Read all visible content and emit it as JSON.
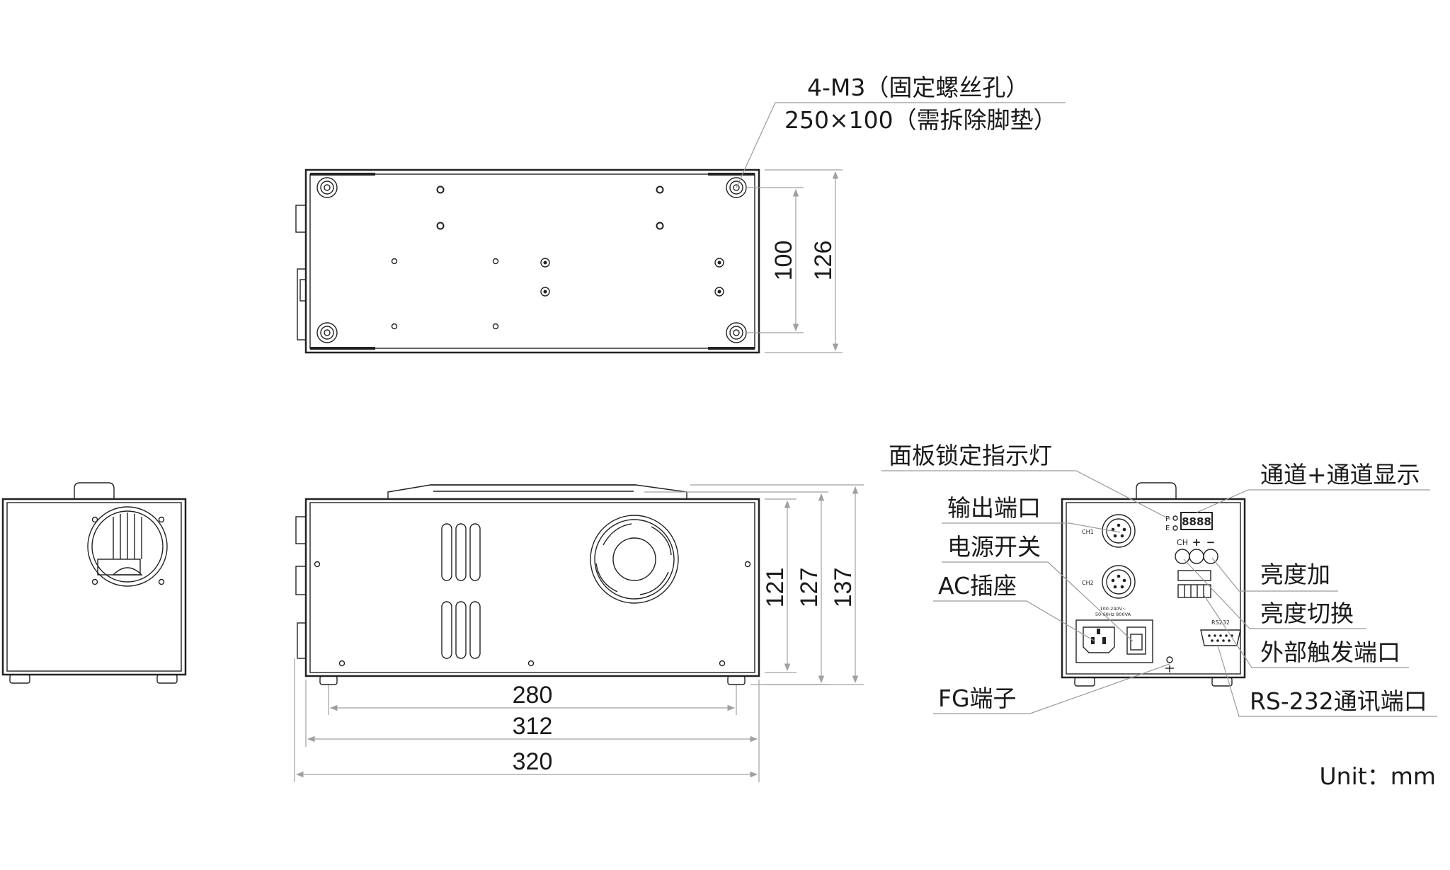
{
  "top_view": {
    "callout_line1": "4-M3（固定螺丝孔）",
    "callout_line2": "250×100（需拆除脚垫）",
    "dim_inner": "100",
    "dim_outer": "126"
  },
  "side_view": {
    "dim_h1": "121",
    "dim_h2": "127",
    "dim_h3": "137",
    "dim_w1": "280",
    "dim_w2": "312",
    "dim_w3": "320"
  },
  "rear_panel": {
    "led_display": "8888",
    "pe_p": "P",
    "pe_e": "E",
    "ch_label": "CH",
    "plus_label": "+",
    "minus_label": "−",
    "ch1": "CH1",
    "ch2": "CH2",
    "rs232": "RS232",
    "voltage_line1": "100-240V~",
    "voltage_line2": "50-60Hz 800VA"
  },
  "callouts": {
    "panel_lock_led": "面板锁定指示灯",
    "channel_display": "通道+通道显示",
    "output_port": "输出端口",
    "power_switch": "电源开关",
    "ac_socket": "AC插座",
    "brightness_up": "亮度加",
    "brightness_switch": "亮度切换",
    "external_trigger": "外部触发端口",
    "fg_terminal": "FG端子",
    "rs232_port": "RS-232通讯端口"
  },
  "unit_label": "Unit：mm"
}
